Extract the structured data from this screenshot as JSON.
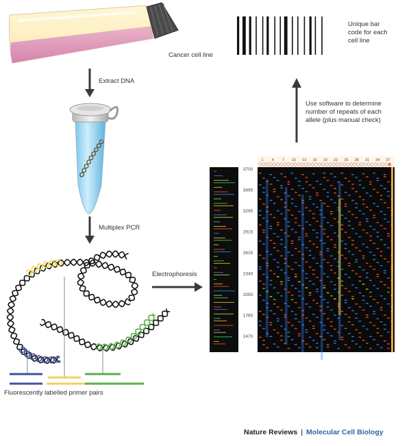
{
  "labels": {
    "cell_line": "Cancer cell line",
    "extract": "Extract DNA",
    "pcr": "Multiplex PCR",
    "electrophoresis": "Electrophoresis",
    "primers": "Fluorescently labelled primer pairs",
    "software": "Use software to determine\nnumber of repeats of each\nallele (plus manual check)",
    "barcode": "Unique bar\ncode for each\ncell line"
  },
  "gel": {
    "size_markers": [
      "3700",
      "3495",
      "3295",
      "2915",
      "2625",
      "2340",
      "2050",
      "1760",
      "1470"
    ],
    "lane_numbers": [
      "1",
      "4",
      "7",
      "10",
      "13",
      "16",
      "19",
      "22",
      "25",
      "28",
      "31",
      "34",
      "37"
    ],
    "band_colors": [
      "#ff5a2e",
      "#3c8cff",
      "#d7e63a",
      "#3ee05c",
      "#ffd21e"
    ]
  },
  "primer_colors": [
    "#3f4fa8",
    "#f2d35a",
    "#5aae4a"
  ],
  "footer": {
    "journal": "Nature Reviews",
    "separator": "|",
    "subject": "Molecular Cell Biology"
  }
}
